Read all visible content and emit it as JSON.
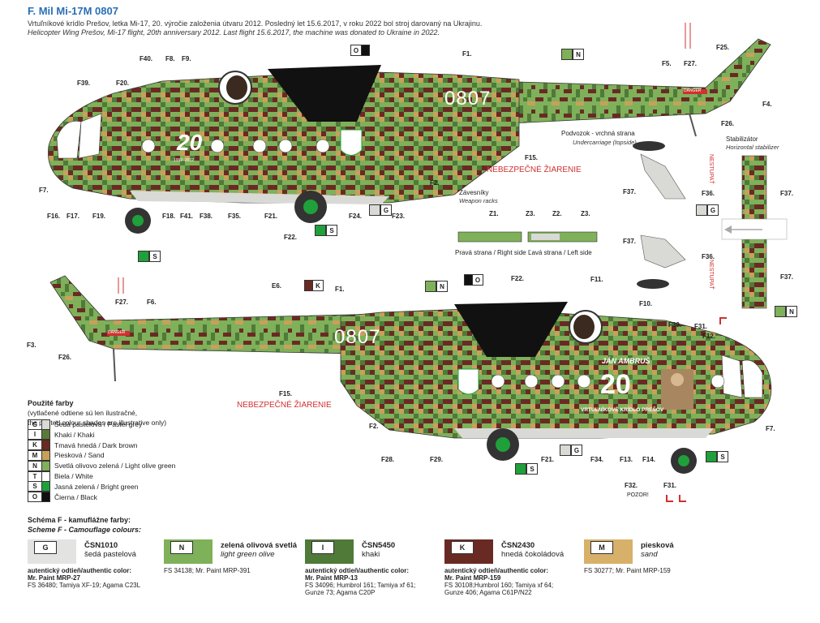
{
  "header": {
    "title": "F. Mil Mi-17M 0807",
    "line_sk": "Vrtuľníkové krídlo Prešov, letka Mi-17, 20. výročie založenia útvaru 2012. Posledný let 15.6.2017, v roku 2022 bol stroj darovaný na Ukrajinu.",
    "line_en": "Helicopter Wing Prešov, Mi-17 flight, 20th anniversary 2012. Last flight 15.6.2017, the machine was donated to Ukraine in 2022."
  },
  "aircraft": {
    "serial": "0807",
    "anniversary": "20",
    "anniversary_years": "1992–2012",
    "name_plate": "JÁN AMBRUŠ",
    "unit_banner": "VRTUĽNÍKOVÉ KRÍDLO PREŠOV",
    "warning": "NEBEZPEČNÉ ŽIARENIE",
    "nestupat": "NESTUPAŤ",
    "danger": "DANGER",
    "pozor": "POZOR!"
  },
  "callouts_top": [
    "F40.",
    "F8.",
    "F9.",
    "F39.",
    "F20.",
    "F1.",
    "F5.",
    "F27.",
    "F25.",
    "F4.",
    "F26.",
    "F2.",
    "F15.",
    "F7.",
    "F16.",
    "F17.",
    "F19.",
    "F18.",
    "F41.",
    "F38.",
    "F35.",
    "F21.",
    "F22.",
    "F24.",
    "F23."
  ],
  "callouts_bottom": [
    "E6.",
    "F1.",
    "F22.",
    "F11.",
    "F10.",
    "F30.",
    "F31.",
    "F12.",
    "F27.",
    "F6.",
    "F3.",
    "F26.",
    "F15.",
    "F2.",
    "F28.",
    "F29.",
    "F21.",
    "F34.",
    "F13.",
    "F14.",
    "F32.",
    "F31.",
    "F7."
  ],
  "panels": {
    "undercarriage_sk": "Podvozok - vrchná strana",
    "undercarriage_en": "Undercarriage (topside)",
    "stabilizer_sk": "Stabilizátor",
    "stabilizer_en": "Horizontal stabilizer",
    "racks_sk": "Závesníky",
    "racks_en": "Weapon racks",
    "right_side": "Pravá strana / Right side",
    "left_side": "Ľavá strana / Left side",
    "rack_labels": [
      "Z1.",
      "Z3.",
      "Z2.",
      "Z3."
    ],
    "stab_callouts": [
      "F37.",
      "F36.",
      "F37.",
      "F37.",
      "F36.",
      "F37."
    ]
  },
  "markers": {
    "O": "O",
    "N": "N",
    "S": "S",
    "G": "G",
    "K": "K"
  },
  "legend": {
    "title": "Použité farby",
    "note1": "(vytlačené odtiene sú len ilustračné,",
    "note2": "the printed colour shades are illustrative only)",
    "items": [
      {
        "code": "G",
        "label": "Šedá pastelová / Pastel grey",
        "color": "#d9d9d6"
      },
      {
        "code": "I",
        "label": "Khaki / Khaki",
        "color": "#5a7a3a"
      },
      {
        "code": "K",
        "label": "Tmavá hnedá / Dark brown",
        "color": "#6b2a22"
      },
      {
        "code": "M",
        "label": "Piesková / Sand",
        "color": "#c8a05a"
      },
      {
        "code": "N",
        "label": "Svetlá olivovo zelená / Light olive green",
        "color": "#7fb05a"
      },
      {
        "code": "T",
        "label": "Biela / White",
        "color": "#ffffff"
      },
      {
        "code": "S",
        "label": "Jasná zelená / Bright green",
        "color": "#1fa03a"
      },
      {
        "code": "O",
        "label": "Čierna / Black",
        "color": "#111111"
      }
    ]
  },
  "scheme": {
    "title_sk": "Schéma F - kamuflážne farby:",
    "title_en": "Scheme F - Camouflage colours:",
    "authentic": "autentický odtieň/authentic color:",
    "cols": [
      {
        "code": "G",
        "color": "#e3e3e1",
        "name": "ČSN1010",
        "name2": "šedá pastelová",
        "paint": "Mr. Paint MRP-27",
        "refs": "FS 36480; Tamiya XF-19; Agama C23L",
        "refs2": ""
      },
      {
        "code": "N",
        "color": "#7fb05a",
        "name": "zelená olivová svetlá",
        "name2": "light green olive",
        "paint": "",
        "refs": "FS 34138; Mr. Paint MRP-391",
        "refs2": ""
      },
      {
        "code": "I",
        "color": "#4f7a38",
        "name": "ČSN5450",
        "name2": "khaki",
        "paint": "Mr. Paint MRP-13",
        "refs": "FS 34096; Humbrol 161; Tamiya xf 61;",
        "refs2": "Gunze 73; Agama C20P"
      },
      {
        "code": "K",
        "color": "#6a2a24",
        "name": "ČSN2430",
        "name2": "hnedá čokoládová",
        "paint": "Mr. Paint MRP-159",
        "refs": "FS 30108;Humbrol 160; Tamiya xf 64;",
        "refs2": "Gunze 406; Agama C61P/N22"
      },
      {
        "code": "M",
        "color": "#d7b06a",
        "name": "piesková",
        "name2": "sand",
        "paint": "",
        "refs": "FS 30277; Mr. Paint MRP-159",
        "refs2": ""
      }
    ]
  },
  "colors": {
    "green": "#7fb05a",
    "khaki": "#4f7a38",
    "brown": "#6a2a24",
    "sand": "#c8a05a",
    "title": "#2a6fb6",
    "red": "#d03030"
  }
}
